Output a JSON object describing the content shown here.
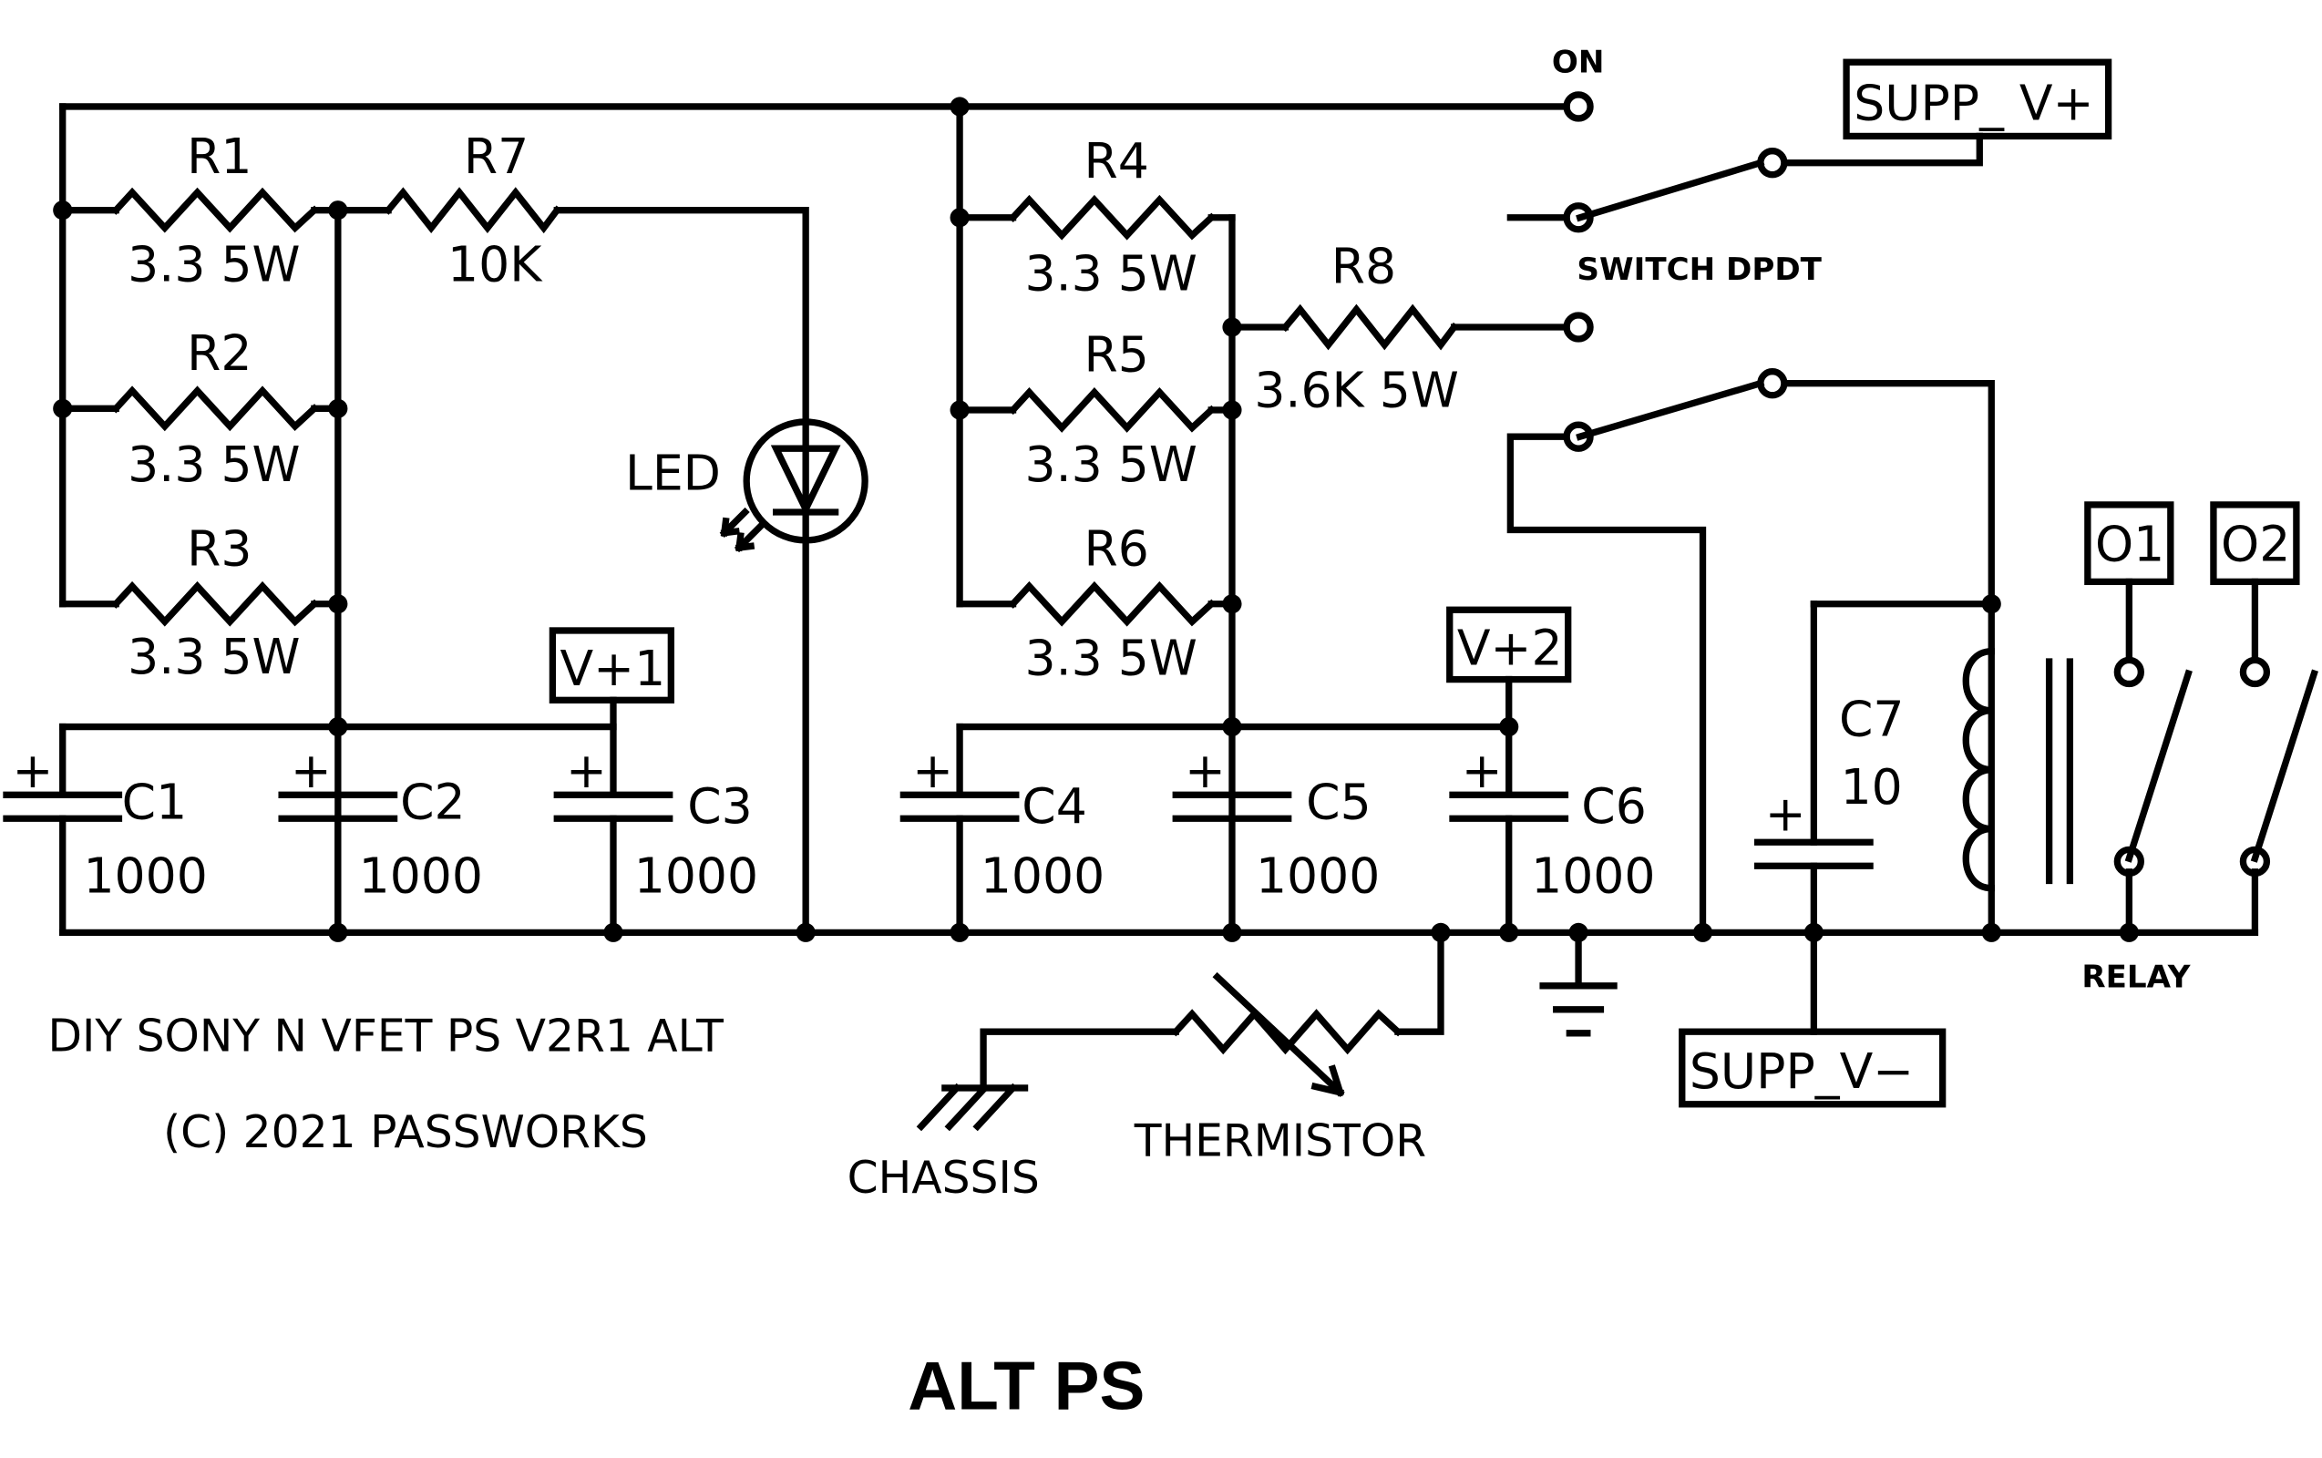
{
  "title": "ALT PS",
  "notes": {
    "line1": "DIY SONY N VFET PS V2R1 ALT",
    "line2": "(C) 2021 PASSWORKS"
  },
  "resistors": [
    {
      "ref": "R1",
      "value": "3.3 5W"
    },
    {
      "ref": "R2",
      "value": "3.3 5W"
    },
    {
      "ref": "R3",
      "value": "3.3 5W"
    },
    {
      "ref": "R7",
      "value": "10K"
    },
    {
      "ref": "R4",
      "value": "3.3 5W"
    },
    {
      "ref": "R5",
      "value": "3.3 5W"
    },
    {
      "ref": "R6",
      "value": "3.3 5W"
    },
    {
      "ref": "R8",
      "value": "3.6K 5W"
    }
  ],
  "capacitors": [
    {
      "ref": "C1",
      "value": "1000"
    },
    {
      "ref": "C2",
      "value": "1000"
    },
    {
      "ref": "C3",
      "value": "1000"
    },
    {
      "ref": "C4",
      "value": "1000"
    },
    {
      "ref": "C5",
      "value": "1000"
    },
    {
      "ref": "C6",
      "value": "1000"
    },
    {
      "ref": "C7",
      "value": "10"
    }
  ],
  "plus_sign": "+",
  "components": {
    "led": "LED",
    "thermistor": "THERMISTOR",
    "chassis": "CHASSIS",
    "switch": "SWITCH DPDT",
    "relay": "RELAY",
    "on": "ON"
  },
  "net_labels": {
    "v1": "V+1",
    "v2": "V+2",
    "supp_vp": "SUPP_ V+",
    "supp_vn": "SUPP_V−",
    "o1": "O1",
    "o2": "O2"
  }
}
